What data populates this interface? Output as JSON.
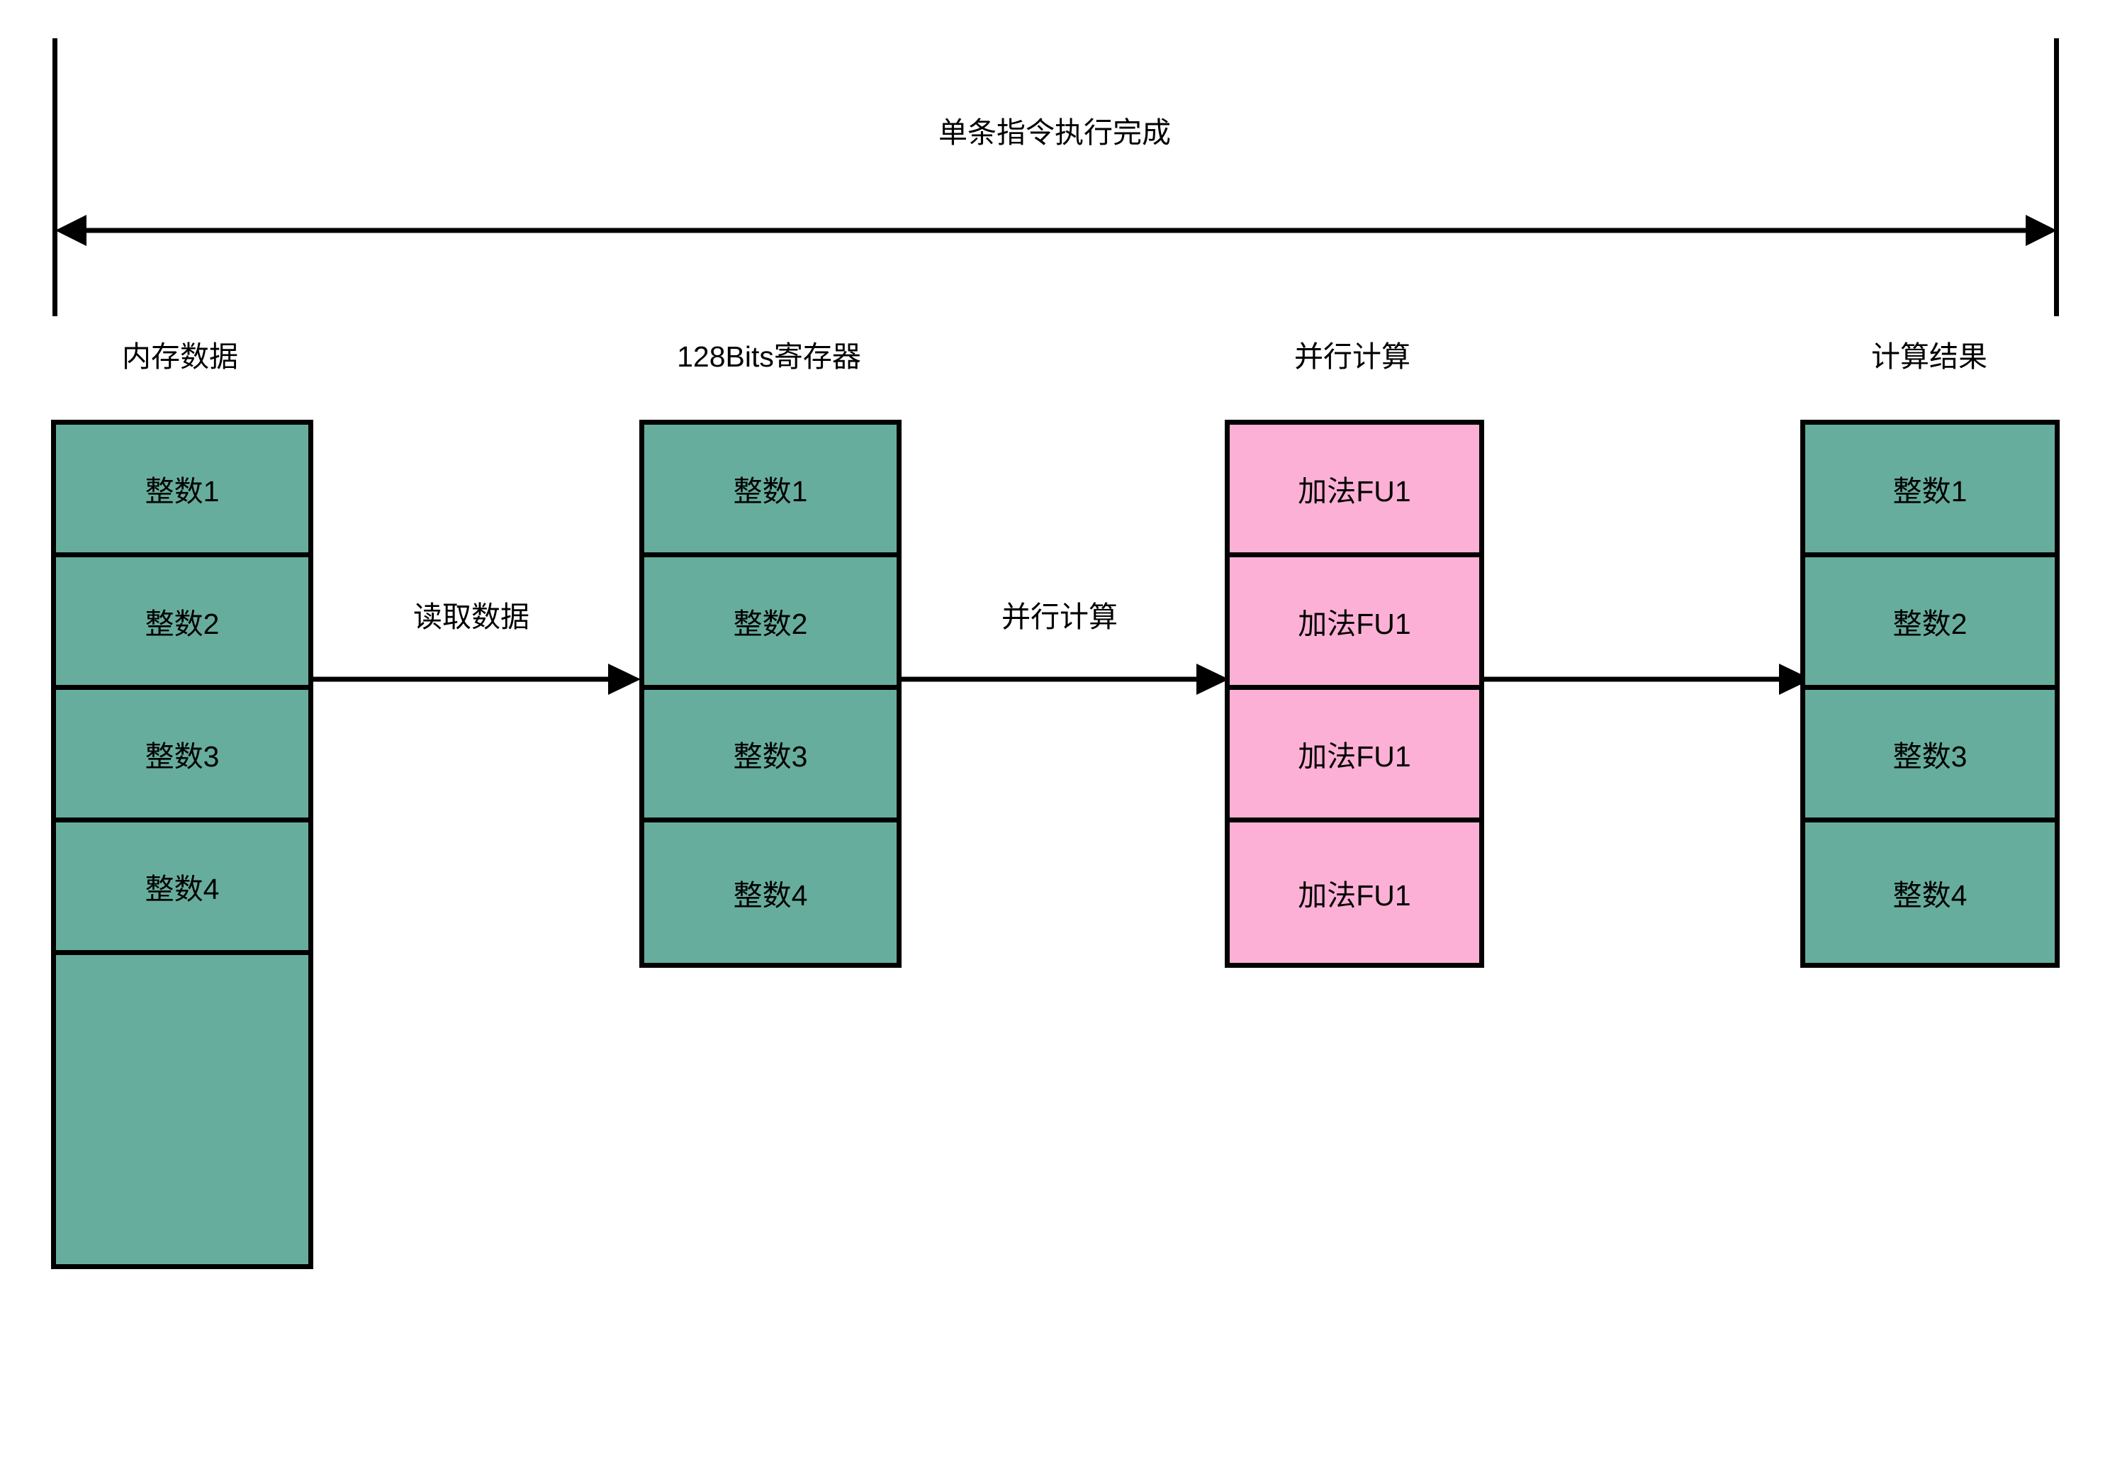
{
  "diagram": {
    "title": "单条指令执行完成",
    "background_color": "#ffffff",
    "stroke_color": "#000000",
    "green_color": "#67ad9d",
    "pink_color": "#fdb0d5"
  },
  "columns": [
    {
      "header": "内存数据",
      "cells": [
        "整数1",
        "整数2",
        "整数3",
        "整数4",
        ""
      ],
      "color": "green"
    },
    {
      "header": "128Bits寄存器",
      "cells": [
        "整数1",
        "整数2",
        "整数3",
        "整数4"
      ],
      "color": "green"
    },
    {
      "header": "并行计算",
      "cells": [
        "加法FU1",
        "加法FU1",
        "加法FU1",
        "加法FU1"
      ],
      "color": "pink"
    },
    {
      "header": "计算结果",
      "cells": [
        "整数1",
        "整数2",
        "整数3",
        "整数4"
      ],
      "color": "green"
    }
  ],
  "flows": [
    {
      "label": "读取数据"
    },
    {
      "label": "并行计算"
    },
    {
      "label": ""
    }
  ]
}
